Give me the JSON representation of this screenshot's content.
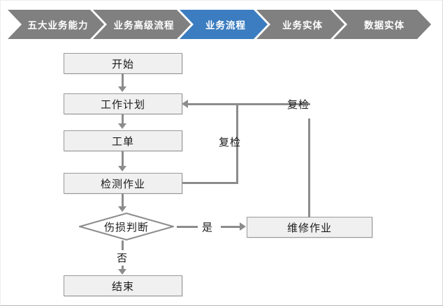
{
  "breadcrumb": {
    "items": [
      {
        "label": "五大业务能力",
        "active": false
      },
      {
        "label": "业务高级流程",
        "active": false
      },
      {
        "label": "业务流程",
        "active": true
      },
      {
        "label": "业务实体",
        "active": false
      },
      {
        "label": "数据实体",
        "active": false
      }
    ],
    "colors": {
      "inactive_fill": "#808080",
      "active_fill": "#3b7dc0",
      "text": "#ffffff"
    }
  },
  "flowchart": {
    "type": "flowchart",
    "colors": {
      "node_fill": "#f0f0f0",
      "node_border": "#9a9a9a",
      "decision_fill": "#ffffff",
      "connector": "#8c8c8c",
      "text": "#1a1a1a"
    },
    "nodes": [
      {
        "id": "start",
        "shape": "rect",
        "label": "开始"
      },
      {
        "id": "work_plan",
        "shape": "rect",
        "label": "工作计划"
      },
      {
        "id": "work_order",
        "shape": "rect",
        "label": "工单"
      },
      {
        "id": "inspection",
        "shape": "rect",
        "label": "检测作业"
      },
      {
        "id": "decision",
        "shape": "diamond",
        "label": "伤损判断"
      },
      {
        "id": "repair",
        "shape": "rect",
        "label": "维修作业"
      },
      {
        "id": "end",
        "shape": "rect",
        "label": "结束"
      }
    ],
    "edges": [
      {
        "from": "start",
        "to": "work_plan",
        "label": ""
      },
      {
        "from": "work_plan",
        "to": "work_order",
        "label": ""
      },
      {
        "from": "work_order",
        "to": "inspection",
        "label": ""
      },
      {
        "from": "inspection",
        "to": "decision",
        "label": ""
      },
      {
        "from": "inspection",
        "to": "work_plan",
        "label": "复检"
      },
      {
        "from": "decision",
        "to": "repair",
        "label": "是"
      },
      {
        "from": "decision",
        "to": "end",
        "label": "否"
      },
      {
        "from": "repair",
        "to": "work_plan",
        "label": "复检"
      }
    ],
    "labels": {
      "recheck_inner": "复检",
      "recheck_outer": "复检",
      "yes": "是",
      "no": "否"
    }
  }
}
